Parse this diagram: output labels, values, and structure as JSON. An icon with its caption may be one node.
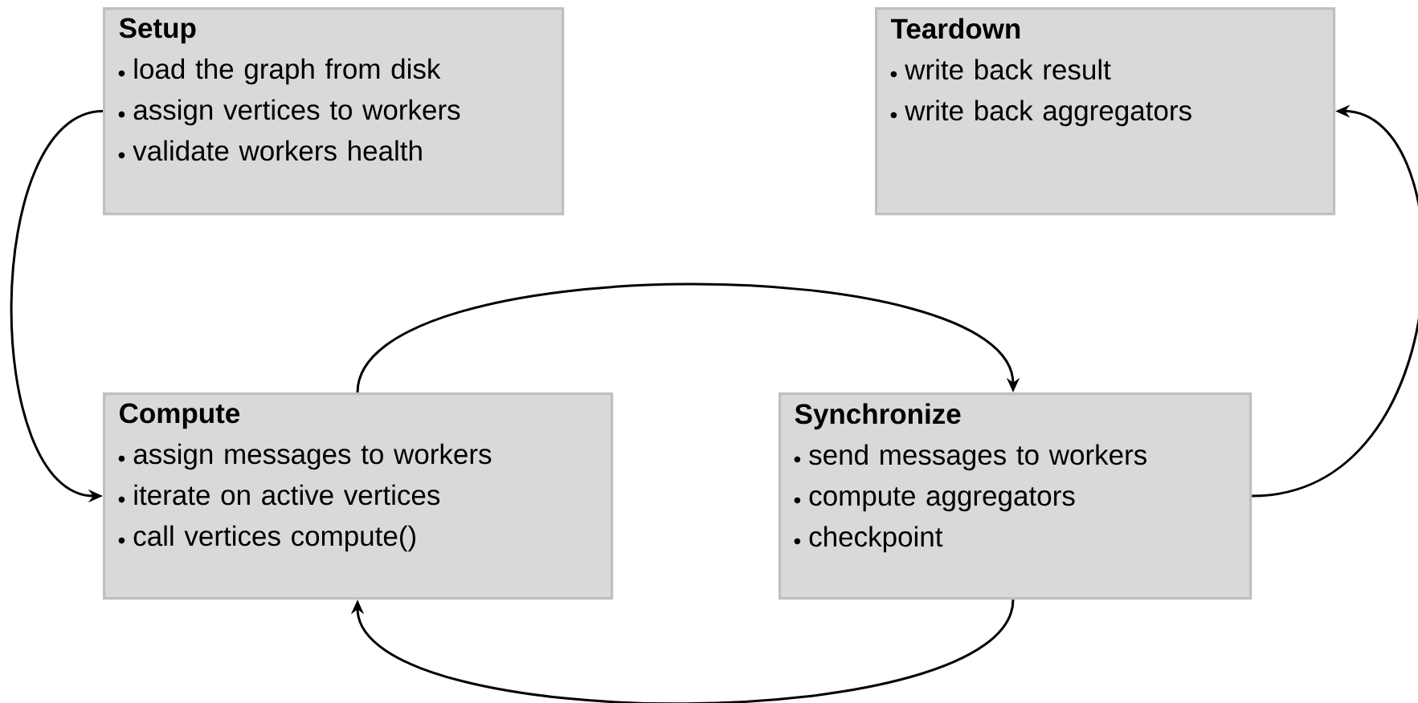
{
  "diagram": {
    "nodes": [
      {
        "text": [
          "Setup",
          "load the graph from disk",
          "assign vertices to workers",
          "validate workers health"
        ]
      },
      {
        "text": [
          "Teardown",
          "write back result",
          "write back aggregators"
        ]
      },
      {
        "text": [
          "Compute",
          "assign messages to workers",
          "iterate on active vertices",
          "call vertices compute()"
        ]
      },
      {
        "text": [
          "Synchronize",
          "send messages to workers",
          "compute aggregators",
          "checkpoint"
        ]
      }
    ],
    "edges": [
      {
        "from": 0,
        "to": 2,
        "arrow": "to"
      },
      {
        "from": 2,
        "to": 3,
        "arrow": "to"
      },
      {
        "from": 3,
        "to": 2,
        "arrow": "to"
      },
      {
        "from": 3,
        "to": 1,
        "arrow": "to"
      }
    ]
  }
}
